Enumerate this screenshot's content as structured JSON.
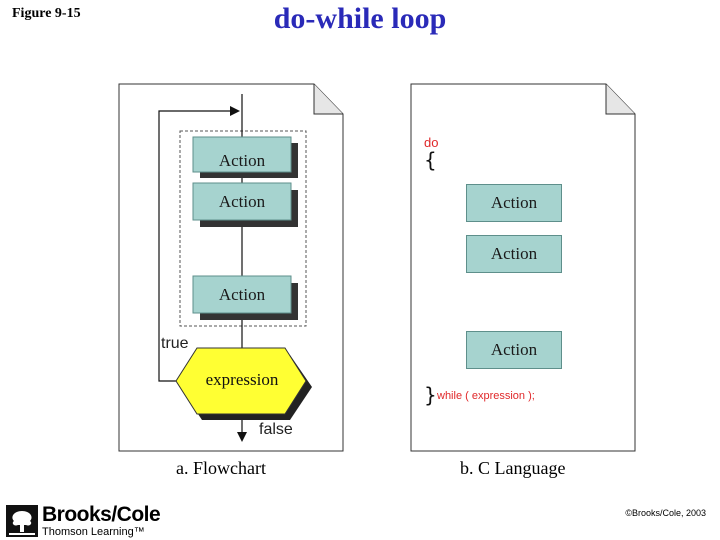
{
  "figure_label": "Figure 9-15",
  "title": "do-while loop",
  "flowchart": {
    "caption": "a. Flowchart",
    "action_labels": [
      "Action",
      "Action",
      "Action"
    ],
    "true_label": "true",
    "expression_label": "expression",
    "false_label": "false"
  },
  "c_language": {
    "caption": "b. C Language",
    "keyword_do": "do",
    "open_brace": "{",
    "close_brace": "}",
    "while_text": "while ( expression );",
    "action_labels": [
      "Action",
      "Action",
      "Action"
    ]
  },
  "publisher": {
    "name": "Brooks/Cole",
    "subtitle": "Thomson Learning™",
    "copyright": "©Brooks/Cole, 2003"
  },
  "colors": {
    "action_fill": "#a6d3cf",
    "expression_fill": "#ffff33",
    "title_color": "#2a2ab8",
    "code_red": "#e0282a"
  }
}
